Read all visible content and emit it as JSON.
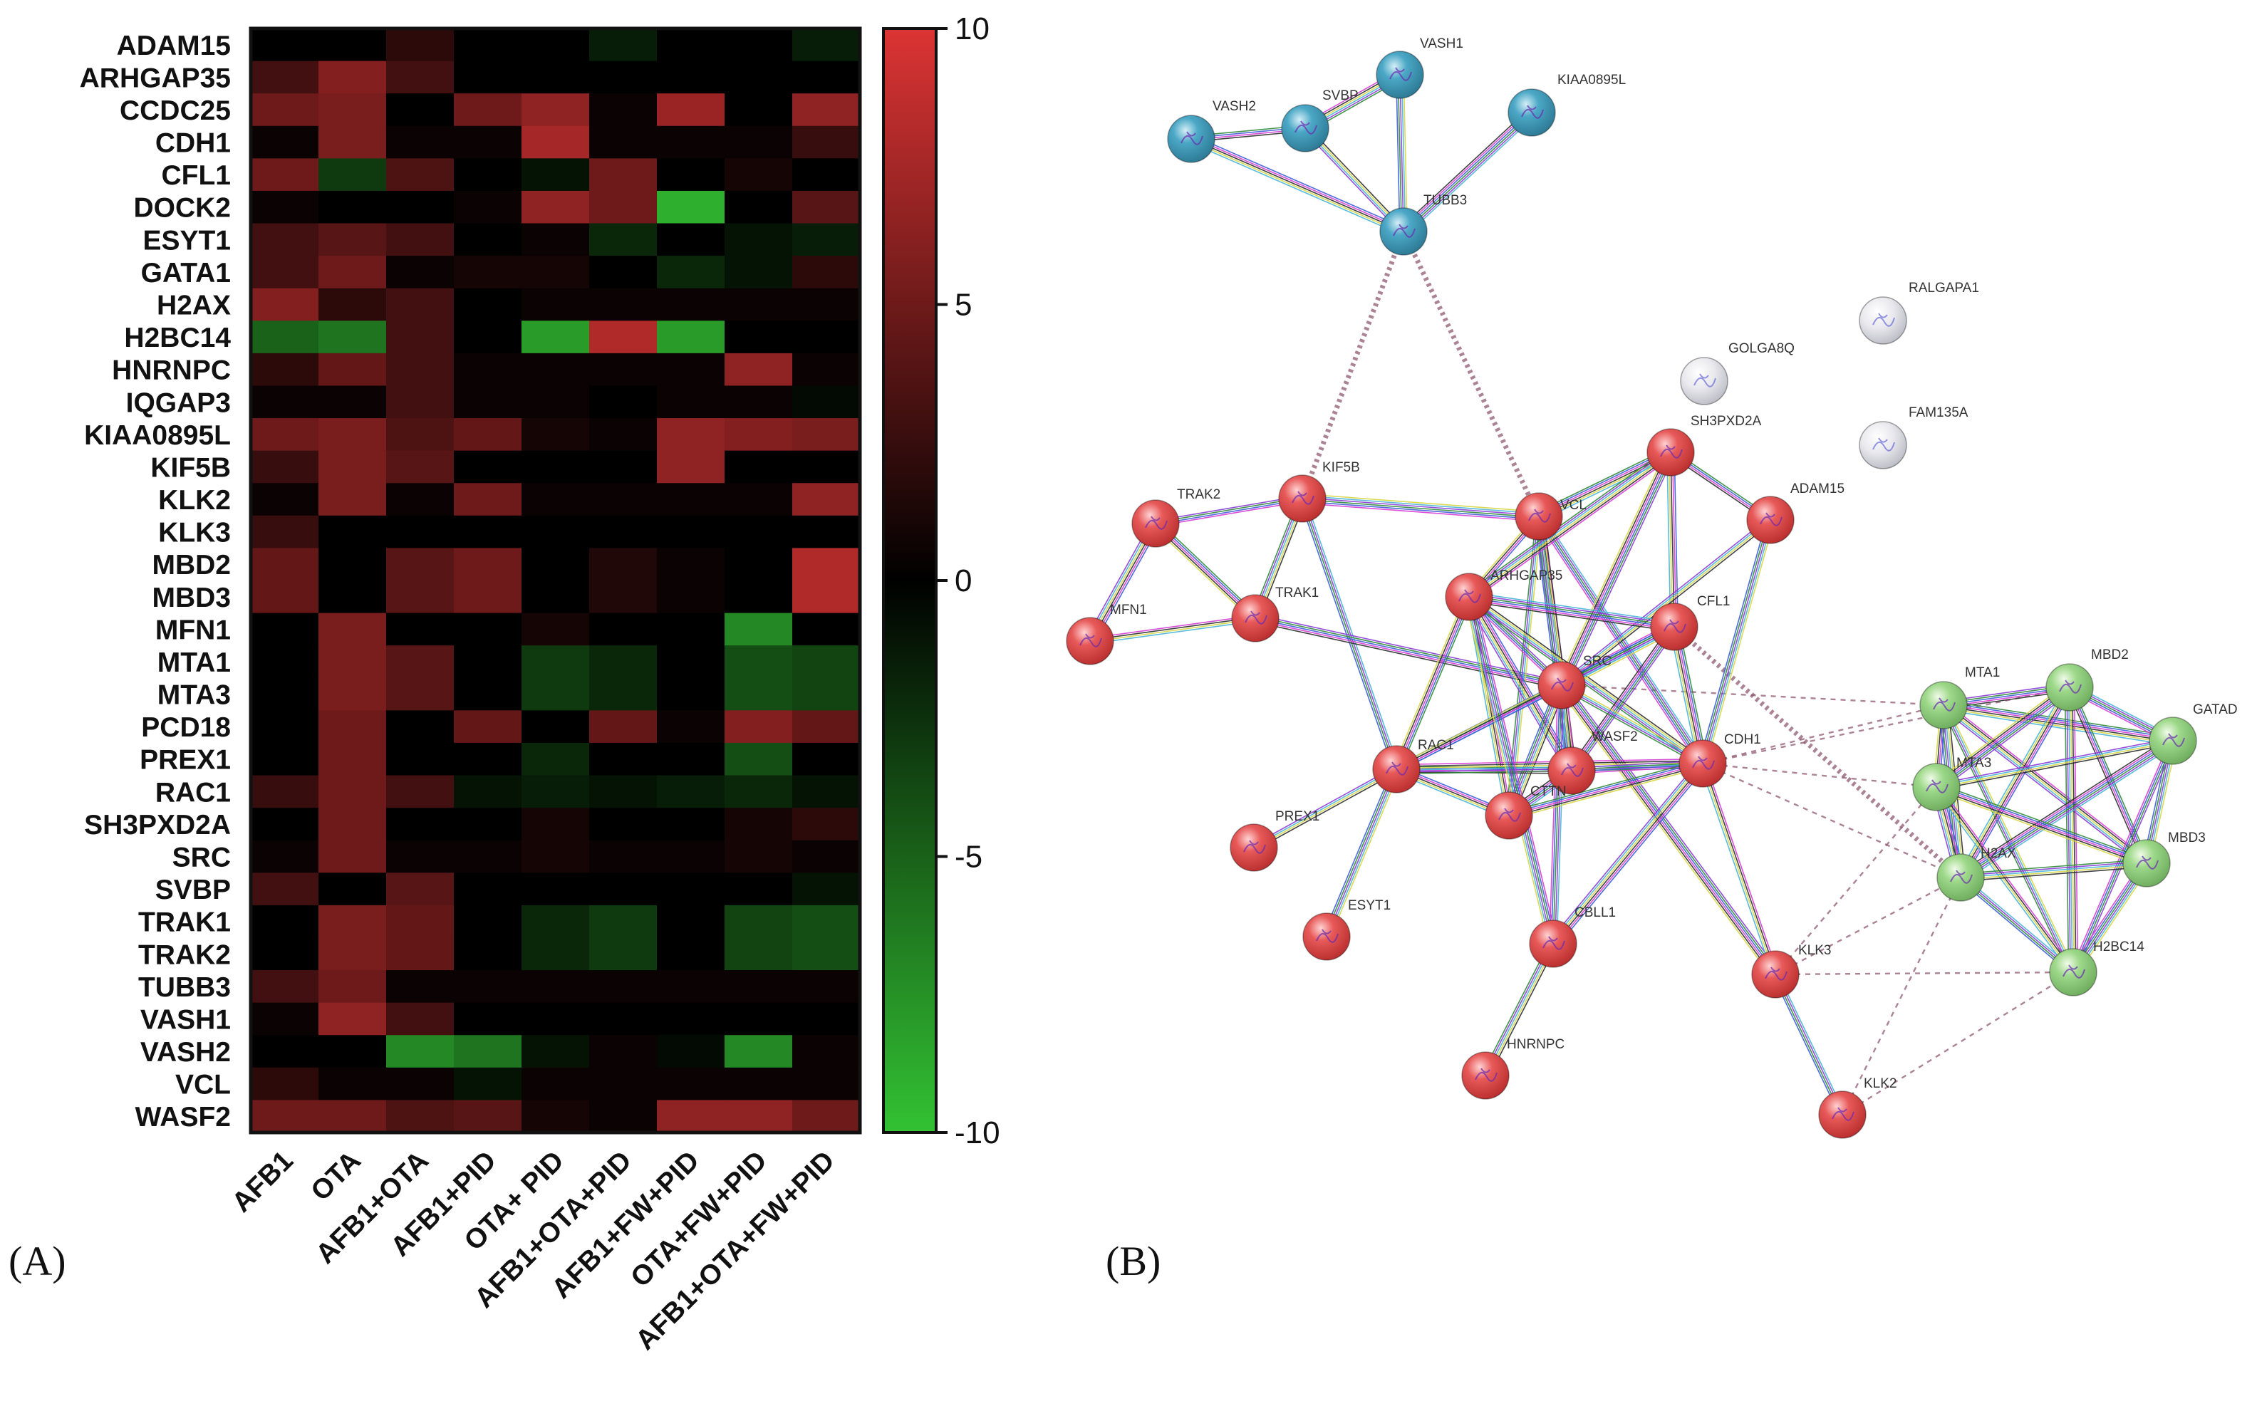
{
  "panels": {
    "a": "(A)",
    "b": "(B)"
  },
  "chart_data": [
    {
      "type": "heatmap",
      "rows": [
        "ADAM15",
        "ARHGAP35",
        "CCDC25",
        "CDH1",
        "CFL1",
        "DOCK2",
        "ESYT1",
        "GATA1",
        "H2AX",
        "H2BC14",
        "HNRNPC",
        "IQGAP3",
        "KIAA0895L",
        "KIF5B",
        "KLK2",
        "KLK3",
        "MBD2",
        "MBD3",
        "MFN1",
        "MTA1",
        "MTA3",
        "PCD18",
        "PREX1",
        "RAC1",
        "SH3PXD2A",
        "SRC",
        "SVBP",
        "TRAK1",
        "TRAK2",
        "TUBB3",
        "VASH1",
        "VASH2",
        "VCL",
        "WASF2"
      ],
      "columns": [
        "AFB1",
        "OTA",
        "AFB1+OTA",
        "AFB1+PID",
        "OTA+ PID",
        "AFB1+OTA+PID",
        "AFB1+FW+PID",
        "OTA+FW+PID",
        "AFB1+OTA+FW+PID"
      ],
      "values": [
        [
          0,
          0,
          2,
          0,
          0,
          -1.5,
          0,
          0,
          -1.5
        ],
        [
          3,
          6,
          3,
          0,
          0,
          0,
          0,
          0,
          0
        ],
        [
          5,
          5.5,
          0,
          5,
          6.5,
          0.5,
          7,
          0,
          6.5
        ],
        [
          0.5,
          5.5,
          0.5,
          0.5,
          7.5,
          0.5,
          0.5,
          0.5,
          2.5
        ],
        [
          5,
          -3,
          3.5,
          0,
          -1,
          5,
          0,
          1,
          0
        ],
        [
          0.5,
          0,
          0,
          0.5,
          6.5,
          5,
          -9,
          0,
          4
        ],
        [
          3,
          4,
          3,
          0,
          0.5,
          -2,
          0,
          -1,
          -1.5
        ],
        [
          3,
          5,
          0.5,
          1,
          1,
          0,
          -2,
          -1,
          2
        ],
        [
          6,
          2,
          3,
          0,
          0.5,
          0.5,
          0.5,
          0.5,
          0.5
        ],
        [
          -5,
          -6,
          3,
          0,
          -8,
          8,
          -8,
          0,
          0
        ],
        [
          2,
          4.5,
          3,
          0.5,
          0.5,
          0.5,
          0.5,
          6.5,
          0.5
        ],
        [
          0.5,
          0.5,
          3,
          0.5,
          0.5,
          0,
          0.5,
          0.5,
          -0.5
        ],
        [
          5,
          5.5,
          3.5,
          4.5,
          1,
          0.5,
          6.5,
          6,
          5.5
        ],
        [
          2.5,
          5.5,
          4,
          0,
          0,
          0,
          6.5,
          0,
          0
        ],
        [
          0.5,
          5.5,
          0.5,
          5,
          0.5,
          0.5,
          0.5,
          0.5,
          6.5
        ],
        [
          2.5,
          0,
          0,
          0,
          0,
          0,
          0,
          0,
          0
        ],
        [
          4.5,
          0,
          4,
          5,
          0,
          1.5,
          0.5,
          0,
          8
        ],
        [
          4.5,
          0,
          4,
          5,
          0,
          1.5,
          0.5,
          0,
          8
        ],
        [
          0,
          5.5,
          0,
          0,
          1,
          0,
          0,
          -7,
          0
        ],
        [
          0,
          5.5,
          4,
          0,
          -3,
          -2,
          0,
          -4,
          -3.5
        ],
        [
          0,
          5.5,
          4,
          0,
          -3,
          -2,
          0,
          -4,
          -3.5
        ],
        [
          0,
          5,
          0,
          4.5,
          0,
          4.5,
          0.5,
          6,
          4.5
        ],
        [
          0,
          5,
          0,
          0,
          -2,
          0,
          0,
          -4,
          0
        ],
        [
          2.5,
          5,
          3,
          -1,
          -1.5,
          -1,
          -1.5,
          -2,
          -1
        ],
        [
          0,
          5,
          0,
          0,
          1,
          0,
          0,
          1,
          2
        ],
        [
          0.5,
          5,
          0.5,
          0.5,
          1,
          0.5,
          0.5,
          1,
          0.5
        ],
        [
          3,
          0,
          4,
          0,
          0,
          0,
          0,
          0,
          -1
        ],
        [
          0,
          5.5,
          4.5,
          0,
          -2,
          -3,
          0,
          -3.5,
          -4
        ],
        [
          0,
          5.5,
          4.5,
          0,
          -2,
          -3,
          0,
          -3.5,
          -4
        ],
        [
          3,
          5,
          0.5,
          0.5,
          0.5,
          0.5,
          0.5,
          0.5,
          0.5
        ],
        [
          0.5,
          6.5,
          3,
          0,
          0,
          0,
          0,
          0,
          0
        ],
        [
          0,
          0,
          -7,
          -6,
          -1,
          0.5,
          -0.5,
          -7,
          0.5
        ],
        [
          2,
          0.5,
          0.5,
          -1,
          0.5,
          0.5,
          0.5,
          0.5,
          0.5
        ],
        [
          5,
          5,
          3.5,
          4,
          1,
          0.5,
          6.5,
          6.5,
          5
        ]
      ],
      "vmin": -10,
      "vmax": 10,
      "colorbar_ticks": [
        10,
        5,
        0,
        -5,
        -10
      ],
      "colorscale": {
        "low": "#33c233",
        "mid": "#000000",
        "high": "#dc3434"
      }
    },
    {
      "type": "network",
      "node_colors": {
        "red": "#e85a5a",
        "blue": "#4ba8c6",
        "green": "#9ed98a",
        "white": "#e4e4e8"
      },
      "nodes": [
        {
          "id": "VASH1",
          "group": "blue"
        },
        {
          "id": "VASH2",
          "group": "blue"
        },
        {
          "id": "SVBP",
          "group": "blue"
        },
        {
          "id": "KIAA0895L",
          "group": "blue"
        },
        {
          "id": "TUBB3",
          "group": "blue"
        },
        {
          "id": "RALGAPA1",
          "group": "white"
        },
        {
          "id": "GOLGA8Q",
          "group": "white"
        },
        {
          "id": "FAM135A",
          "group": "white"
        },
        {
          "id": "SH3PXD2A",
          "group": "red"
        },
        {
          "id": "ADAM15",
          "group": "red"
        },
        {
          "id": "VCL",
          "group": "red"
        },
        {
          "id": "KIF5B",
          "group": "red"
        },
        {
          "id": "TRAK2",
          "group": "red"
        },
        {
          "id": "TRAK1",
          "group": "red"
        },
        {
          "id": "MFN1",
          "group": "red"
        },
        {
          "id": "ARHGAP35",
          "group": "red"
        },
        {
          "id": "CFL1",
          "group": "red"
        },
        {
          "id": "SRC",
          "group": "red"
        },
        {
          "id": "RAC1",
          "group": "red"
        },
        {
          "id": "WASF2",
          "group": "red"
        },
        {
          "id": "CDH1",
          "group": "red"
        },
        {
          "id": "CTTN",
          "group": "red"
        },
        {
          "id": "PREX1",
          "group": "red"
        },
        {
          "id": "ESYT1",
          "group": "red"
        },
        {
          "id": "CBLL1",
          "group": "red"
        },
        {
          "id": "KLK3",
          "group": "red"
        },
        {
          "id": "HNRNPC",
          "group": "red"
        },
        {
          "id": "KLK2",
          "group": "red"
        },
        {
          "id": "MTA1",
          "group": "green"
        },
        {
          "id": "MBD2",
          "group": "green"
        },
        {
          "id": "GATAD",
          "group": "green"
        },
        {
          "id": "MTA3",
          "group": "green"
        },
        {
          "id": "MBD3",
          "group": "green"
        },
        {
          "id": "H2AX",
          "group": "green"
        },
        {
          "id": "H2BC14",
          "group": "green"
        }
      ],
      "edges": [
        [
          "VASH2",
          "SVBP"
        ],
        [
          "VASH2",
          "TUBB3"
        ],
        [
          "SVBP",
          "VASH1"
        ],
        [
          "SVBP",
          "TUBB3"
        ],
        [
          "VASH1",
          "TUBB3"
        ],
        [
          "KIAA0895L",
          "TUBB3"
        ],
        [
          "TRAK2",
          "KIF5B"
        ],
        [
          "TRAK2",
          "TRAK1"
        ],
        [
          "TRAK2",
          "MFN1"
        ],
        [
          "MFN1",
          "TRAK1"
        ],
        [
          "KIF5B",
          "TRAK1"
        ],
        [
          "KIF5B",
          "VCL"
        ],
        [
          "KIF5B",
          "RAC1"
        ],
        [
          "TRAK1",
          "SRC"
        ],
        [
          "VCL",
          "SH3PXD2A"
        ],
        [
          "VCL",
          "ARHGAP35"
        ],
        [
          "VCL",
          "SRC"
        ],
        [
          "VCL",
          "WASF2"
        ],
        [
          "VCL",
          "CTTN"
        ],
        [
          "VCL",
          "CDH1"
        ],
        [
          "SH3PXD2A",
          "SRC"
        ],
        [
          "SH3PXD2A",
          "ADAM15"
        ],
        [
          "SH3PXD2A",
          "CFL1"
        ],
        [
          "SH3PXD2A",
          "ARHGAP35"
        ],
        [
          "ADAM15",
          "SRC"
        ],
        [
          "ADAM15",
          "CDH1"
        ],
        [
          "ARHGAP35",
          "CFL1"
        ],
        [
          "ARHGAP35",
          "SRC"
        ],
        [
          "ARHGAP35",
          "RAC1"
        ],
        [
          "ARHGAP35",
          "WASF2"
        ],
        [
          "ARHGAP35",
          "CTTN"
        ],
        [
          "ARHGAP35",
          "CDH1"
        ],
        [
          "CFL1",
          "SRC"
        ],
        [
          "CFL1",
          "RAC1"
        ],
        [
          "CFL1",
          "WASF2"
        ],
        [
          "CFL1",
          "CDH1"
        ],
        [
          "SRC",
          "RAC1"
        ],
        [
          "SRC",
          "WASF2"
        ],
        [
          "SRC",
          "CTTN"
        ],
        [
          "SRC",
          "CDH1"
        ],
        [
          "SRC",
          "CBLL1"
        ],
        [
          "SRC",
          "KLK3"
        ],
        [
          "RAC1",
          "WASF2"
        ],
        [
          "RAC1",
          "CTTN"
        ],
        [
          "RAC1",
          "CDH1"
        ],
        [
          "RAC1",
          "PREX1"
        ],
        [
          "RAC1",
          "ESYT1"
        ],
        [
          "WASF2",
          "CTTN"
        ],
        [
          "WASF2",
          "CDH1"
        ],
        [
          "CTTN",
          "CDH1"
        ],
        [
          "CDH1",
          "CBLL1"
        ],
        [
          "CDH1",
          "KLK3"
        ],
        [
          "CBLL1",
          "HNRNPC"
        ],
        [
          "CBLL1",
          "ARHGAP35"
        ],
        [
          "KLK3",
          "KLK2"
        ],
        [
          "MTA1",
          "MBD2"
        ],
        [
          "MTA1",
          "GATAD"
        ],
        [
          "MTA1",
          "MTA3"
        ],
        [
          "MTA1",
          "MBD3"
        ],
        [
          "MTA1",
          "H2AX"
        ],
        [
          "MTA1",
          "H2BC14"
        ],
        [
          "MBD2",
          "GATAD"
        ],
        [
          "MBD2",
          "MTA3"
        ],
        [
          "MBD2",
          "MBD3"
        ],
        [
          "MBD2",
          "H2AX"
        ],
        [
          "MBD2",
          "H2BC14"
        ],
        [
          "GATAD",
          "MTA3"
        ],
        [
          "GATAD",
          "MBD3"
        ],
        [
          "GATAD",
          "H2AX"
        ],
        [
          "GATAD",
          "H2BC14"
        ],
        [
          "MTA3",
          "MBD3"
        ],
        [
          "MTA3",
          "H2AX"
        ],
        [
          "MTA3",
          "H2BC14"
        ],
        [
          "MBD3",
          "H2AX"
        ],
        [
          "MBD3",
          "H2BC14"
        ],
        [
          "H2AX",
          "H2BC14"
        ]
      ],
      "dashed_edges": [
        [
          "TUBB3",
          "KIF5B"
        ],
        [
          "TUBB3",
          "VCL"
        ],
        [
          "CFL1",
          "H2AX"
        ],
        [
          "SRC",
          "MTA1"
        ],
        [
          "CDH1",
          "MTA1"
        ],
        [
          "CDH1",
          "MTA3"
        ],
        [
          "CDH1",
          "H2AX"
        ],
        [
          "CDH1",
          "MBD2"
        ],
        [
          "KLK3",
          "H2AX"
        ],
        [
          "KLK3",
          "H2BC14"
        ],
        [
          "KLK3",
          "MTA3"
        ],
        [
          "KLK2",
          "H2BC14"
        ],
        [
          "KLK2",
          "H2AX"
        ]
      ]
    }
  ]
}
